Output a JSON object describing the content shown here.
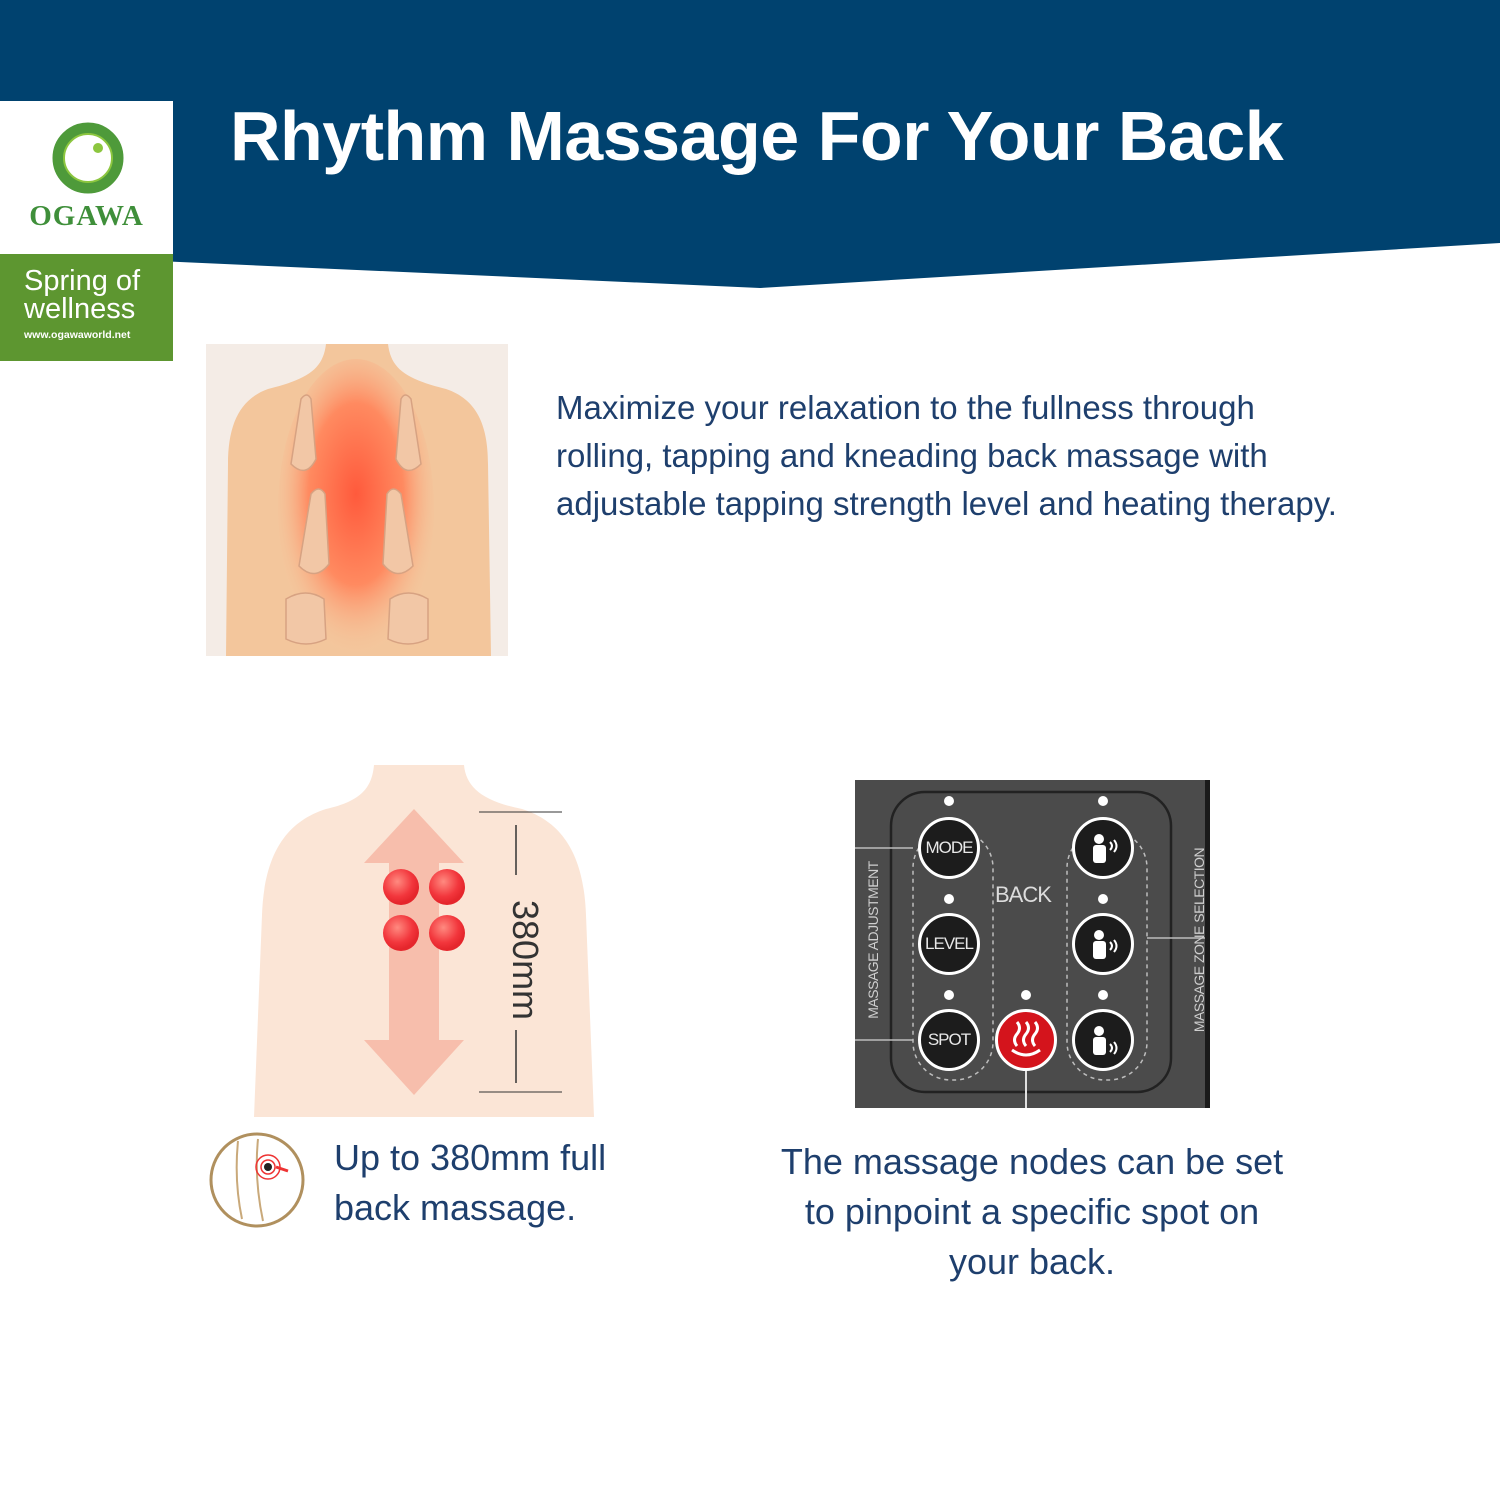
{
  "header": {
    "title": "Rhythm Massage For Your Back",
    "bg_color": "#00426f"
  },
  "brand": {
    "name": "OGAWA",
    "tagline_line1": "Spring of",
    "tagline_line2": "wellness",
    "url": "www.ogawaworld.net",
    "green": "#5d9630"
  },
  "intro": {
    "text": "Maximize your relaxation to the fullness through rolling, tapping and kneading back massage with adjustable tapping strength level and heating therapy."
  },
  "range": {
    "measure": "380mm",
    "caption": "Up to 380mm full back massage."
  },
  "panel": {
    "mode_label": "MODE",
    "level_label": "LEVEL",
    "spot_label": "SPOT",
    "back_label": "BACK",
    "left_vertical_label": "MASSAGE ADJUSTMENT",
    "right_vertical_label": "MASSAGE ZONE SELECTION",
    "caption": "The massage nodes can be set to pinpoint a specific spot on your back."
  }
}
